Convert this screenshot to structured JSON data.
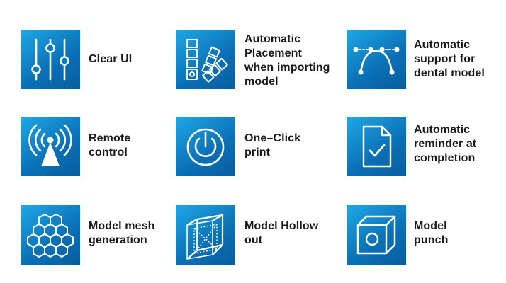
{
  "colors": {
    "tile_light": "#1fa8e6",
    "tile_dark": "#085e9d",
    "icon_stroke": "#ffffff",
    "text": "#1a1a1a"
  },
  "features": [
    {
      "id": "clear-ui",
      "icon": "sliders-icon",
      "lines": [
        "Clear UI"
      ]
    },
    {
      "id": "auto-placement",
      "icon": "color-swatches-icon",
      "lines": [
        "Automatic",
        "Placement",
        "when importing",
        "model"
      ]
    },
    {
      "id": "auto-support",
      "icon": "bezier-curve-icon",
      "lines": [
        "Automatic",
        "support for",
        "dental model"
      ]
    },
    {
      "id": "remote-control",
      "icon": "broadcast-tower-icon",
      "lines": [
        "Remote",
        "control"
      ]
    },
    {
      "id": "one-click-print",
      "icon": "power-icon",
      "lines": [
        "One–Click",
        "print"
      ]
    },
    {
      "id": "auto-reminder",
      "icon": "document-check-icon",
      "lines": [
        "Automatic",
        "reminder at",
        "completion"
      ]
    },
    {
      "id": "mesh-generation",
      "icon": "hexagon-mesh-icon",
      "lines": [
        "Model mesh",
        "generation"
      ]
    },
    {
      "id": "hollow-out",
      "icon": "wireframe-cube-icon",
      "lines": [
        "Model Hollow",
        "out"
      ]
    },
    {
      "id": "model-punch",
      "icon": "punched-cube-icon",
      "lines": [
        "Model",
        "punch"
      ]
    }
  ]
}
